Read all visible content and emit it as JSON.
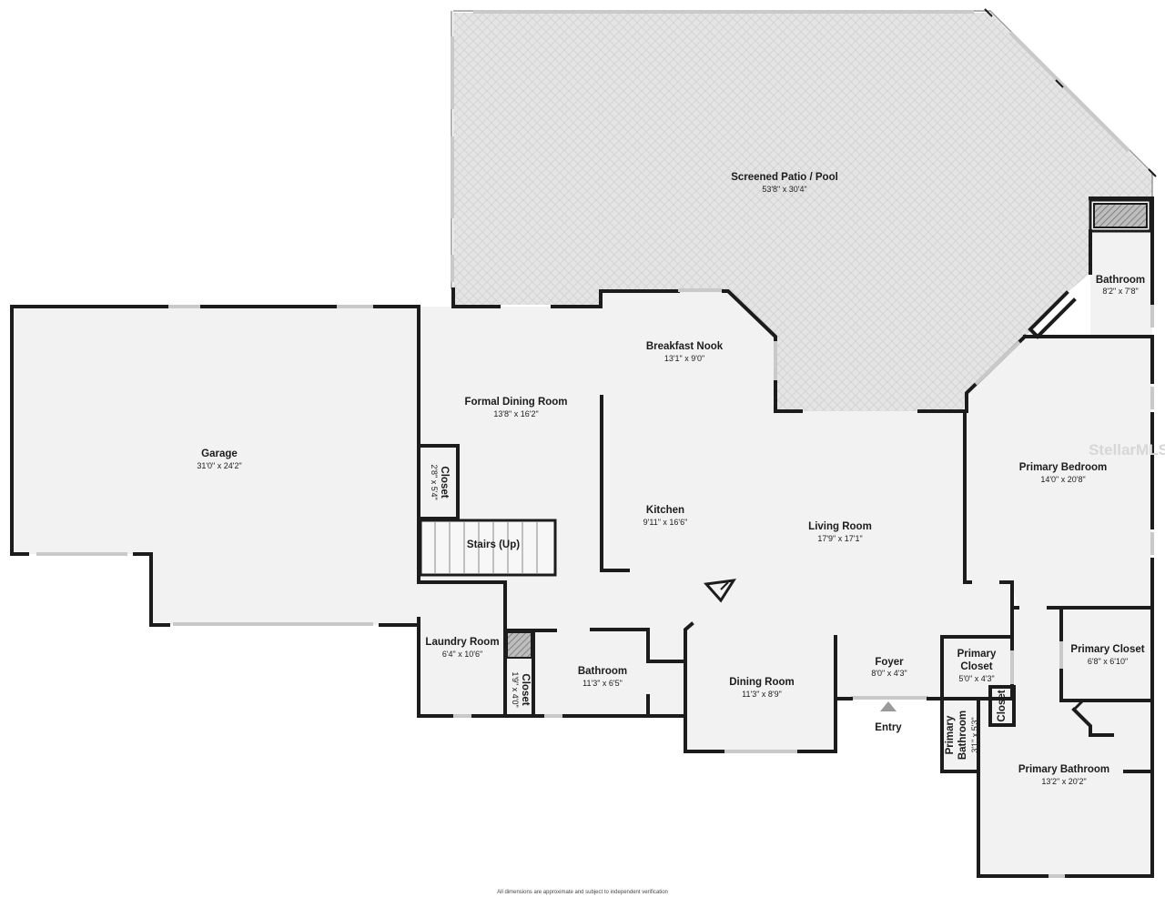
{
  "rooms": {
    "patio": {
      "name": "Screened Patio / Pool",
      "dims": "53'8\" x 30'4\""
    },
    "garage": {
      "name": "Garage",
      "dims": "31'0\" x 24'2\""
    },
    "formal_dining": {
      "name": "Formal Dining Room",
      "dims": "13'8\" x 16'2\""
    },
    "breakfast_nook": {
      "name": "Breakfast Nook",
      "dims": "13'1\" x 9'0\""
    },
    "kitchen": {
      "name": "Kitchen",
      "dims": "9'11\" x 16'6\""
    },
    "living_room": {
      "name": "Living Room",
      "dims": "17'9\" x 17'1\""
    },
    "bathroom_patio": {
      "name": "Bathroom",
      "dims": "8'2\" x 7'8\""
    },
    "primary_bedroom": {
      "name": "Primary Bedroom",
      "dims": "14'0\" x 20'8\""
    },
    "closet_dining": {
      "name": "Closet",
      "dims": "2'8\" x 5'4\""
    },
    "stairs": {
      "name": "Stairs (Up)"
    },
    "laundry": {
      "name": "Laundry Room",
      "dims": "6'4\" x 10'6\""
    },
    "closet_laundry": {
      "name": "Closet",
      "dims": "1'9\" x 4'0\""
    },
    "bathroom_main": {
      "name": "Bathroom",
      "dims": "11'3\" x 6'5\""
    },
    "dining_room": {
      "name": "Dining Room",
      "dims": "11'3\" x 8'9\""
    },
    "foyer": {
      "name": "Foyer",
      "dims": "8'0\" x 4'3\""
    },
    "primary_closet_small": {
      "name_line1": "Primary",
      "name_line2": "Closet",
      "dims": "5'0\" x 4'3\""
    },
    "primary_closet_large": {
      "name": "Primary Closet",
      "dims": "6'8\" x 6'10\""
    },
    "primary_bathroom_small": {
      "name_line1": "Primary",
      "name_line2": "Bathroom",
      "dims": "3'1\" x 5'3\""
    },
    "closet_primary": {
      "name": "Closet"
    },
    "primary_bathroom": {
      "name": "Primary Bathroom",
      "dims": "13'2\" x 20'2\""
    }
  },
  "entry_label": "Entry",
  "watermark": "StellarMLS",
  "disclaimer": "All dimensions are approximate and subject to independent verification",
  "colors": {
    "wall": "#1c1c1c",
    "floor": "#f2f2f2",
    "patio": "#e6e6e6"
  },
  "icons": {
    "entry": "triangle-up-icon",
    "compass": "compass-icon"
  }
}
